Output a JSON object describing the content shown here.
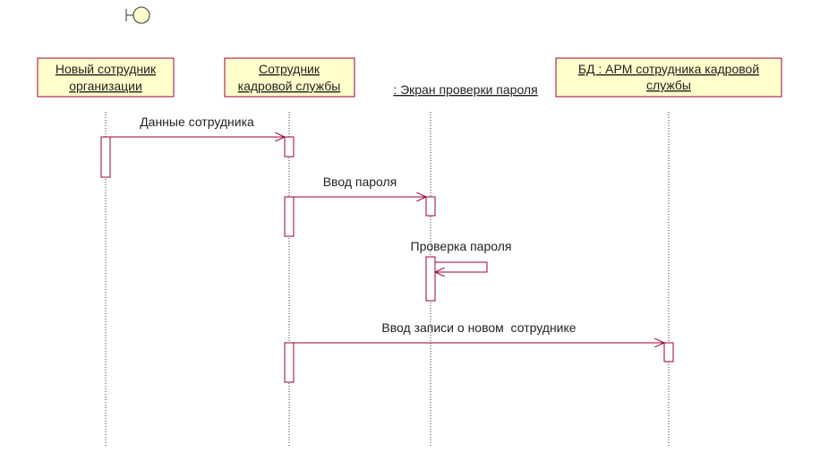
{
  "boundary_icon": "boundary-icon",
  "colors": {
    "box_fill": "#ffffcc",
    "border": "#990033",
    "text": "#222222"
  },
  "objects": [
    {
      "line1": "Новый сотрудник ",
      "line2": "организации"
    },
    {
      "line1": "Сотрудник ",
      "line2": "кадровой службы"
    },
    {
      "line1": ": Экран проверки пароля",
      "line2": ""
    },
    {
      "line1": "БД : АРМ сотрудника кадровой ",
      "line2": "службы"
    }
  ],
  "messages": [
    {
      "label": "Данные сотрудника"
    },
    {
      "label": "Ввод пароля"
    },
    {
      "label": "Проверка пароля"
    },
    {
      "label": "Ввод записи о новом  сотруднике"
    }
  ]
}
